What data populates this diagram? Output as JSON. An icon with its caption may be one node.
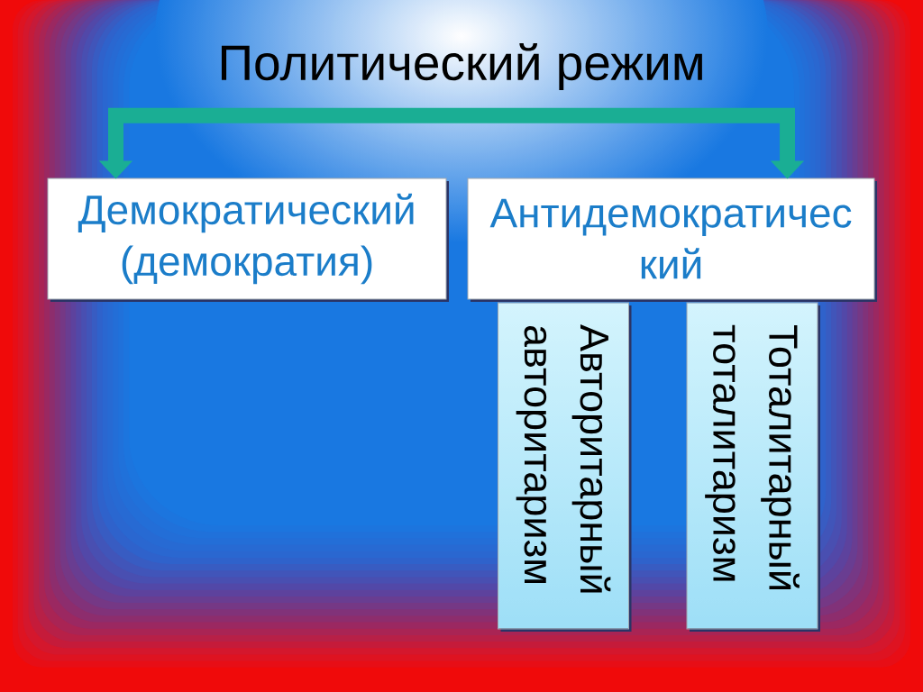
{
  "diagram": {
    "nodes": [
      {
        "text": [
          "Политический режим"
        ]
      },
      {
        "text": [
          "Демократический (демократия)"
        ]
      },
      {
        "text": [
          "Антидемократичес кий"
        ]
      },
      {
        "text": [
          "Авторитарный авторитаризм"
        ]
      },
      {
        "text": [
          "Тоталитарный тоталитаризм"
        ]
      }
    ],
    "edges": [
      {
        "from": 0,
        "to": 1,
        "arrow": "to"
      },
      {
        "from": 0,
        "to": 2,
        "arrow": "to"
      }
    ]
  }
}
